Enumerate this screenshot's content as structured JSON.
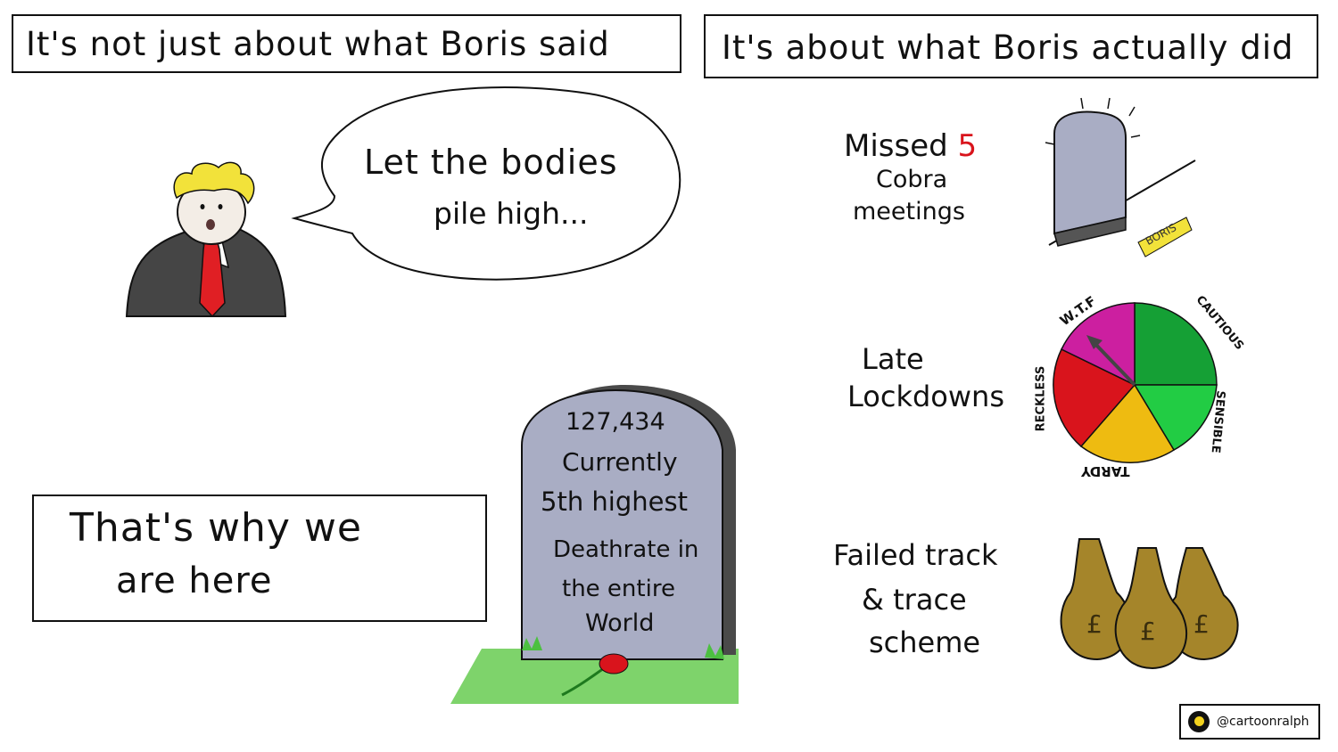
{
  "left_header": "It's not just about what Boris said",
  "right_header": "It's about what Boris actually did",
  "speech": {
    "line1": "Let the bodies",
    "line2": "pile high..."
  },
  "callout": {
    "line1": "That's why we",
    "line2": "are here"
  },
  "gravestone": {
    "lines": [
      "127,434",
      "Currently",
      "5th highest",
      "Deathrate in",
      "the entire",
      "World"
    ]
  },
  "items": [
    {
      "prefix": "Missed",
      "number": "5",
      "lines": [
        "Cobra",
        "meetings"
      ],
      "desk_sign": "BORIS"
    },
    {
      "lines": [
        "Late",
        "Lockdowns"
      ]
    },
    {
      "lines": [
        "Failed track",
        "& trace",
        "scheme"
      ]
    }
  ],
  "dial": {
    "labels": [
      "W.T.F",
      "CAUTIOUS",
      "SENSIBLE",
      "TARDY",
      "RECKLESS"
    ],
    "colors": {
      "wtf": "#cc1fa0",
      "cautious": "#15a035",
      "sensible": "#22cc44",
      "tardy": "#eebb11",
      "reckless": "#d9141c"
    }
  },
  "money_bag_symbol": "£",
  "credit": "@cartoonralph",
  "colors": {
    "tie": "#e01f24",
    "hair": "#f2e23a",
    "grass": "#7ed36b",
    "stone": "#a9adc4",
    "rose": "#d9141c",
    "bag": "#a5852a"
  }
}
